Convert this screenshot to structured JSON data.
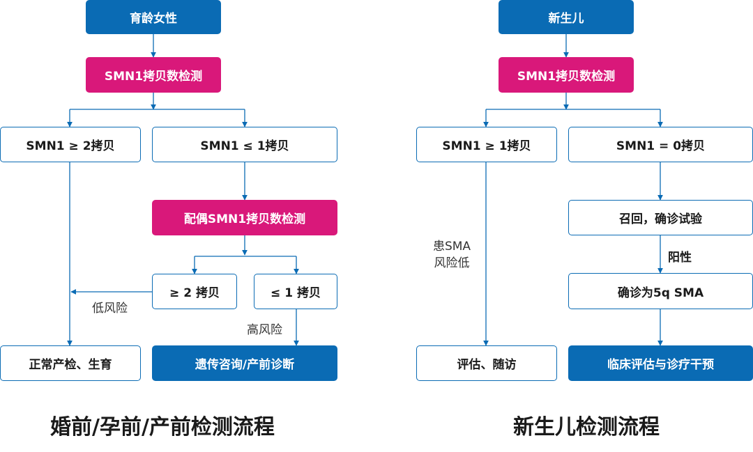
{
  "colors": {
    "accent_blue": "#0a6bb4",
    "accent_magenta": "#d9187a"
  },
  "left": {
    "start": "育龄女性",
    "test": "SMN1拷贝数检测",
    "result_high": "SMN1 ≥ 2拷贝",
    "result_low": "SMN1  ≤ 1拷贝",
    "spouse_test": "配偶SMN1拷贝数检测",
    "spouse_high": "≥ 2 拷贝",
    "spouse_low": "≤ 1 拷贝",
    "low_risk_label": "低风险",
    "high_risk_label": "高风险",
    "normal_outcome": "正常产检、生育",
    "genetic_outcome": "遗传咨询/产前诊断",
    "title": "婚前/孕前/产前检测流程"
  },
  "right": {
    "start": "新生儿",
    "test": "SMN1拷贝数检测",
    "result_high": "SMN1 ≥ 1拷贝",
    "result_zero": "SMN1 = 0拷贝",
    "risk_line1": "患SMA",
    "risk_line2": "风险低",
    "recall": "召回，确诊试验",
    "positive_label": "阳性",
    "confirmed": "确诊为5q SMA",
    "followup": "评估、随访",
    "clinical": "临床评估与诊疗干预",
    "title": "新生儿检测流程"
  }
}
